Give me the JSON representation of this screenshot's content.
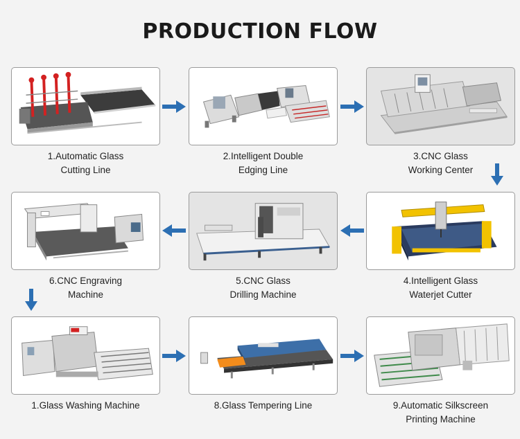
{
  "title": "PRODUCTION FLOW",
  "arrow_color": "#2c6fb3",
  "steps": [
    {
      "line1": "1.Automatic Glass",
      "line2": "Cutting Line",
      "icon": "cutting-line-machine"
    },
    {
      "line1": "2.Intelligent Double",
      "line2": "Edging Line",
      "icon": "edging-line-machine"
    },
    {
      "line1": "3.CNC Glass",
      "line2": "Working Center",
      "icon": "cnc-working-center-machine"
    },
    {
      "line1": "4.Intelligent Glass",
      "line2": "Waterjet Cutter",
      "icon": "waterjet-cutter-machine"
    },
    {
      "line1": "5.CNC Glass",
      "line2": "Drilling Machine",
      "icon": "drilling-machine"
    },
    {
      "line1": "6.CNC Engraving",
      "line2": "Machine",
      "icon": "engraving-machine"
    },
    {
      "line1": "1.Glass Washing Machine",
      "line2": "",
      "icon": "washing-machine"
    },
    {
      "line1": "8.Glass Tempering Line",
      "line2": "",
      "icon": "tempering-furnace-machine"
    },
    {
      "line1": "9.Automatic Silkscreen",
      "line2": "Printing Machine",
      "icon": "silkscreen-printer-machine"
    }
  ]
}
